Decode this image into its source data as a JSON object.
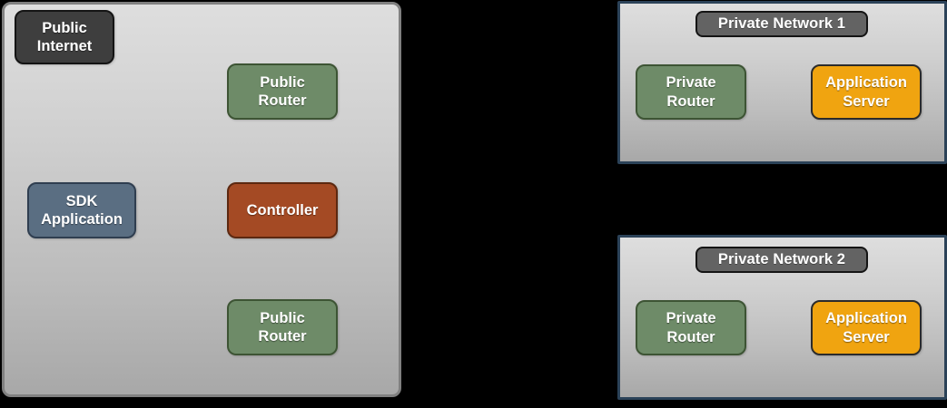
{
  "diagram": {
    "background_color": "#000000",
    "zones": [
      {
        "id": "public-cloud",
        "title": "",
        "border_color": "#808080",
        "nodes": [
          {
            "id": "public-internet",
            "label": "Public\nInternet",
            "color": "#3e3e3e"
          },
          {
            "id": "public-router-1",
            "label": "Public\nRouter",
            "color": "#6e8b68"
          },
          {
            "id": "sdk-application",
            "label": "SDK\nApplication",
            "color": "#5a6e82"
          },
          {
            "id": "controller",
            "label": "Controller",
            "color": "#a44a24"
          },
          {
            "id": "public-router-2",
            "label": "Public\nRouter",
            "color": "#6e8b68"
          }
        ]
      },
      {
        "id": "private-network-1",
        "title": "Private Network 1",
        "border_color": "#2b4258",
        "nodes": [
          {
            "id": "private-router-1",
            "label": "Private\nRouter",
            "color": "#6e8b68"
          },
          {
            "id": "application-server-1",
            "label": "Application\nServer",
            "color": "#f0a410"
          }
        ]
      },
      {
        "id": "private-network-2",
        "title": "Private Network 2",
        "border_color": "#2b4258",
        "nodes": [
          {
            "id": "private-router-2",
            "label": "Private\nRouter",
            "color": "#6e8b68"
          },
          {
            "id": "application-server-2",
            "label": "Application\nServer",
            "color": "#f0a410"
          }
        ]
      }
    ],
    "palette": {
      "panel_gradient_top": "#dedede",
      "panel_gradient_bottom": "#a8a8a8",
      "title_badge_fill": "#636363",
      "title_badge_border": "#141414",
      "node_dark": "#3e3e3e",
      "node_green": "#6e8b68",
      "node_green_border": "#3d5434",
      "node_rust": "#a44a24",
      "node_rust_border": "#5c2810",
      "node_slate": "#5a6e82",
      "node_slate_border": "#2f3e50",
      "node_amber": "#f0a410",
      "node_amber_border": "#2b2b2b",
      "text_color": "#ffffff"
    }
  }
}
